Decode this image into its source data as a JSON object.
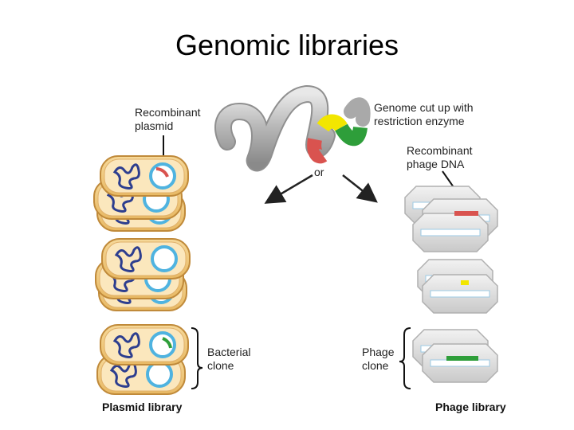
{
  "title": "Genomic libraries",
  "labels": {
    "recombinant_plasmid": "Recombinant plasmid",
    "genome_cut": "Genome cut up with restriction enzyme",
    "recombinant_phage_dna": "Recombinant phage DNA",
    "or": "or",
    "bacterial_clone": "Bacterial clone",
    "phage_clone": "Phage clone",
    "plasmid_library": "Plasmid library",
    "phage_library": "Phage library"
  },
  "colors": {
    "dna_gray": "#a9a9a9",
    "segment_red": "#d9534f",
    "segment_yellow": "#f2e600",
    "segment_green": "#2e9e3a",
    "cell_fill": "#f2c97e",
    "cell_border": "#c8963c",
    "plasmid_blue": "#4fb3e0",
    "chromosome_blue": "#2d3e8f",
    "phage_gray": "#d9d9d9"
  }
}
